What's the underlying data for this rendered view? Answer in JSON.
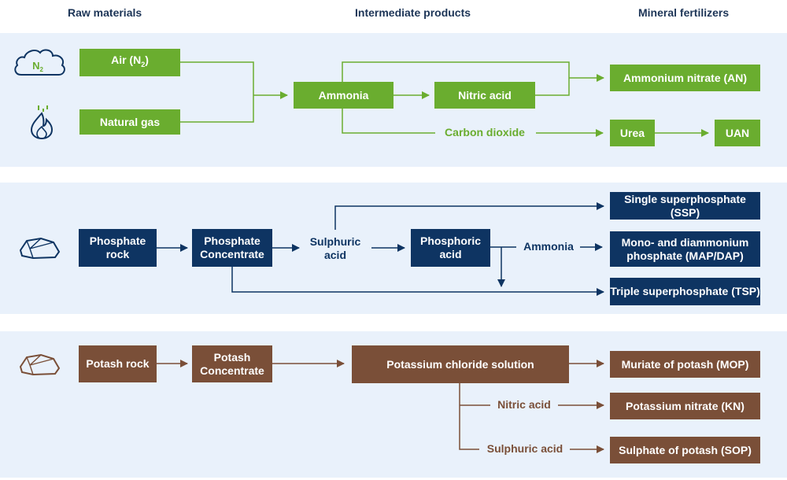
{
  "headers": {
    "raw": "Raw materials",
    "intermediate": "Intermediate products",
    "fertilizers": "Mineral fertilizers"
  },
  "nitrogen": {
    "air_base": "Air (N",
    "air_sub": "2",
    "air_close": ")",
    "cloud_base": "N",
    "cloud_sub": "2",
    "natural_gas": "Natural gas",
    "ammonia": "Ammonia",
    "nitric_acid": "Nitric acid",
    "carbon_dioxide": "Carbon dioxide",
    "ammonium_nitrate": "Ammonium nitrate (AN)",
    "urea": "Urea",
    "uan": "UAN"
  },
  "phosphate": {
    "rock": "Phosphate rock",
    "concentrate": "Phosphate Concentrate",
    "sulphuric_acid": "Sulphuric acid",
    "phosphoric_acid": "Phosphoric acid",
    "ammonia": "Ammonia",
    "ssp": "Single superphosphate (SSP)",
    "map_dap": "Mono- and diammonium phosphate (MAP/DAP)",
    "tsp": "Triple superphosphate (TSP)"
  },
  "potash": {
    "rock": "Potash rock",
    "concentrate": "Potash Concentrate",
    "kcl_solution": "Potassium chloride solution",
    "mop": "Muriate of potash (MOP)",
    "nitric_acid": "Nitric acid",
    "kn": "Potassium nitrate (KN)",
    "sulphuric_acid": "Sulphuric acid",
    "sop": "Sulphate of potash (SOP)"
  },
  "colors": {
    "green": "#6aad2f",
    "navy": "#0e3462",
    "brown": "#7a4f38",
    "band": "#e9f1fb"
  },
  "icons": [
    "cloud-n2-icon",
    "flame-icon",
    "phosphate-rock-icon",
    "potash-rock-icon"
  ]
}
